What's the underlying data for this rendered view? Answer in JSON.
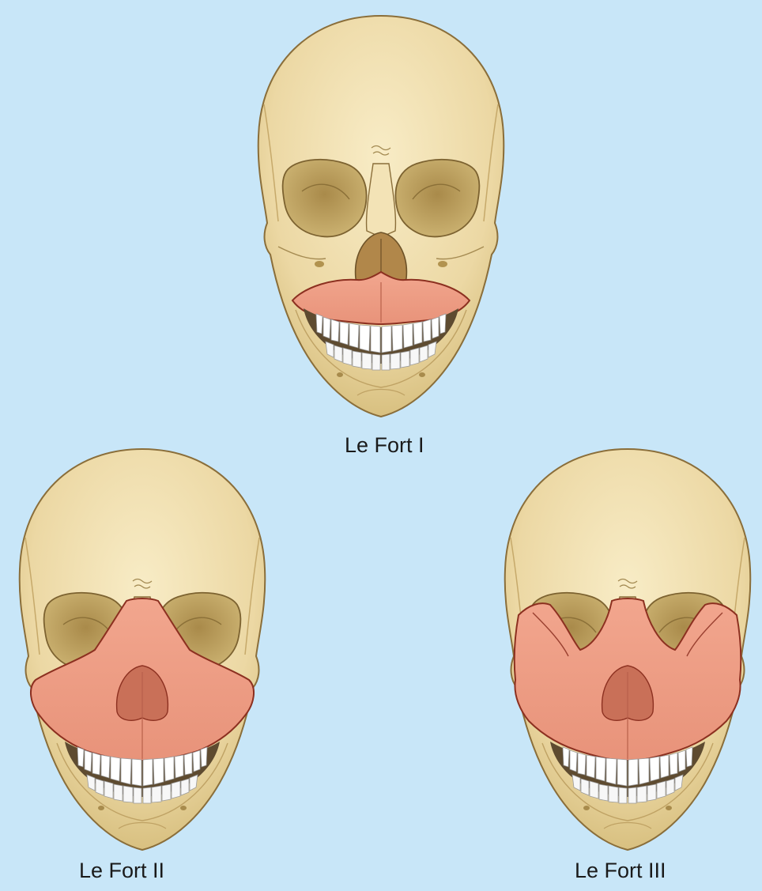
{
  "figures": [
    {
      "caption": "Le Fort I",
      "fracture_level": "I"
    },
    {
      "caption": "Le Fort II",
      "fracture_level": "II"
    },
    {
      "caption": "Le Fort III",
      "fracture_level": "III"
    }
  ],
  "colors": {
    "background": "#c8e6f8",
    "bone": "#f0dfb0",
    "bone_shadow": "#d6bf84",
    "bone_outline": "#8a6e3a",
    "orbit": "#c2a866",
    "fracture_fill": "#ee9e86",
    "fracture_outline": "#8c3020",
    "teeth": "#ffffff"
  }
}
